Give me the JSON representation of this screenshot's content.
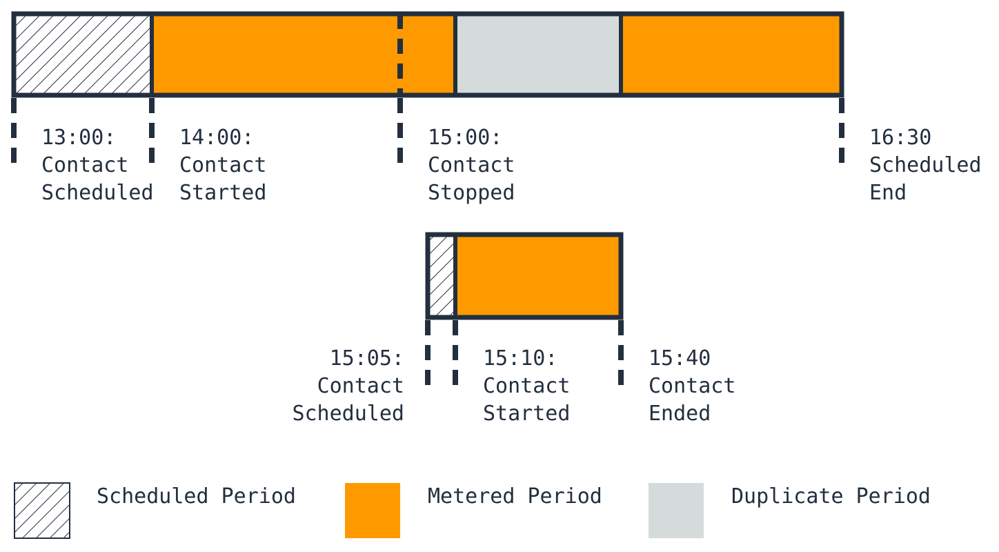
{
  "colors": {
    "metered": "#ff9900",
    "duplicate": "#d5dbdb",
    "outline": "#232f3e",
    "text": "#232f3e"
  },
  "timeline_1": {
    "markers": [
      {
        "time": "13:00:",
        "line1": "Contact",
        "line2": "Scheduled"
      },
      {
        "time": "14:00:",
        "line1": "Contact",
        "line2": "Started"
      },
      {
        "time": "15:00:",
        "line1": "Contact",
        "line2": "Stopped"
      },
      {
        "time": "16:30",
        "line1": "Scheduled",
        "line2": "End"
      }
    ]
  },
  "timeline_2": {
    "markers": [
      {
        "time": "15:05:",
        "line1": "Contact",
        "line2": "Scheduled"
      },
      {
        "time": "15:10:",
        "line1": "Contact",
        "line2": "Started"
      },
      {
        "time": "15:40",
        "line1": "Contact",
        "line2": "Ended"
      }
    ]
  },
  "legend": [
    {
      "label": "Scheduled Period",
      "swatch": "hatched"
    },
    {
      "label": "Metered Period",
      "swatch": "metered"
    },
    {
      "label": "Duplicate Period",
      "swatch": "duplicate"
    }
  ]
}
